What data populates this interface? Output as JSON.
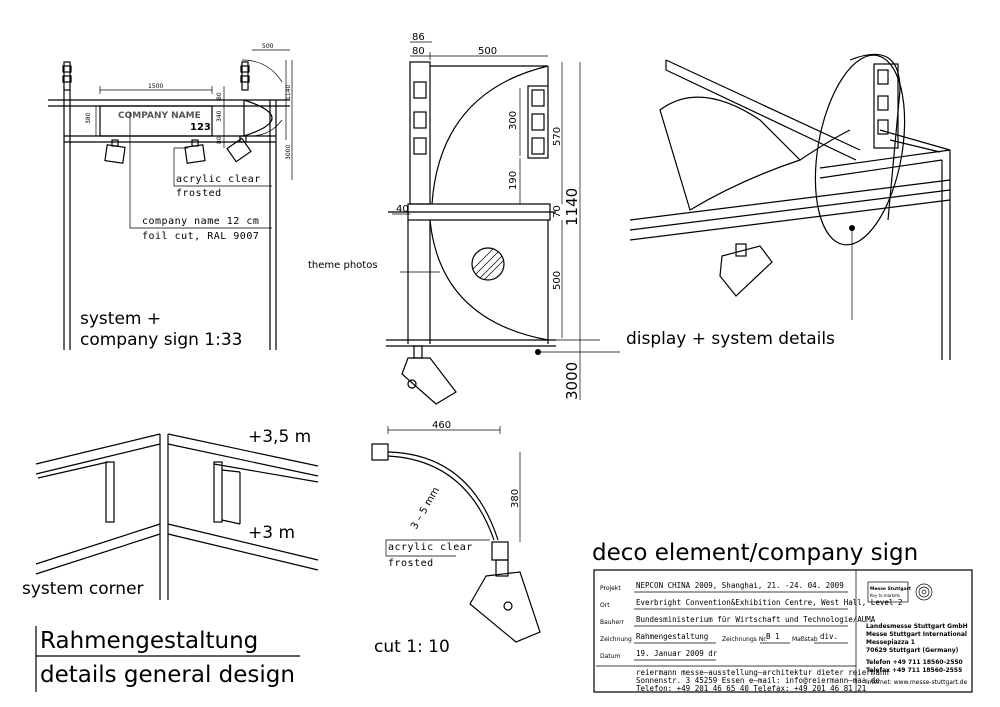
{
  "sections": {
    "system_sign": {
      "company_name": "COMPANY NAME",
      "number": "123",
      "dim_width": "1500",
      "dim_h1": "380",
      "dim_h2": "80",
      "dim_h3": "340",
      "dim_h4": "80",
      "dim_right1": "500",
      "dim_right2": "1140",
      "dim_right3": "3000",
      "note_acrylic": "acrylic clear",
      "note_frosted": "frosted",
      "note_company": "company name 12 cm",
      "note_foil": "foil cut, RAL 9007",
      "caption1": "system +",
      "caption2": "company sign 1:33"
    },
    "display_detail": {
      "dim_86": "86",
      "dim_80": "80",
      "dim_500_top": "500",
      "dim_300": "300",
      "dim_190": "190",
      "dim_570": "570",
      "dim_70": "70",
      "dim_1140": "1140",
      "dim_40": "40",
      "dim_500_low": "500",
      "dim_3000": "3000",
      "theme_photos": "theme photos"
    },
    "display_3d": {
      "caption": "display + system details"
    },
    "corner": {
      "level_top": "+3,5 m",
      "level_mid": "+3 m",
      "caption": "system corner"
    },
    "cut": {
      "dim_460": "460",
      "dim_380": "380",
      "dim_thickness": "3 – 5 mm",
      "note_acrylic": "acrylic clear",
      "note_frosted": "frosted",
      "caption": "cut 1: 10"
    },
    "title": {
      "line1": "Rahmengestaltung",
      "line2": "details general design"
    },
    "deco_heading": "deco element/company sign"
  },
  "title_block": {
    "rows": [
      {
        "label": "Projekt",
        "value": "NEPCON CHINA 2009, Shanghai, 21. -24. 04. 2009"
      },
      {
        "label": "Ort",
        "value": "Everbright Convention&Exhibition Centre, West Hall, Level 2"
      },
      {
        "label": "Bauherr",
        "value": "Bundesministerium für Wirtschaft und Technologie/AUMA"
      },
      {
        "label": "Zeichnung",
        "value": "Rahmengestaltung"
      },
      {
        "label": "Datum",
        "value": "19. Januar 2009 dr"
      }
    ],
    "zeichnungs_nr_label": "Zeichnungs Nr.",
    "zeichnungs_nr_value": "B 1",
    "massstab_label": "Maßstab",
    "massstab_value": "div.",
    "architect_line1": "reiermann messe–ausstellung–architektur dieter reiermann",
    "architect_line2": "Sonnenstr. 3 45259 Essen e–mail: info@reiermann–maa.de",
    "architect_line3": "Telefon: +49 201 46 65 40 Telefax: +49 201 46 81 21",
    "client_logo_line1": "Messe Stuttgart",
    "client_logo_line2": "Key to markets",
    "client_address": [
      "Landesmesse Stuttgart GmbH",
      "Messe Stuttgart International",
      "Messepiazza 1",
      "70629 Stuttgart (Germany)"
    ],
    "client_phone": "Telefon +49 711 18560-2550",
    "client_fax": "Telefax +49 711 18560-2555",
    "client_web": "Internet: www.messe-stuttgart.de"
  }
}
